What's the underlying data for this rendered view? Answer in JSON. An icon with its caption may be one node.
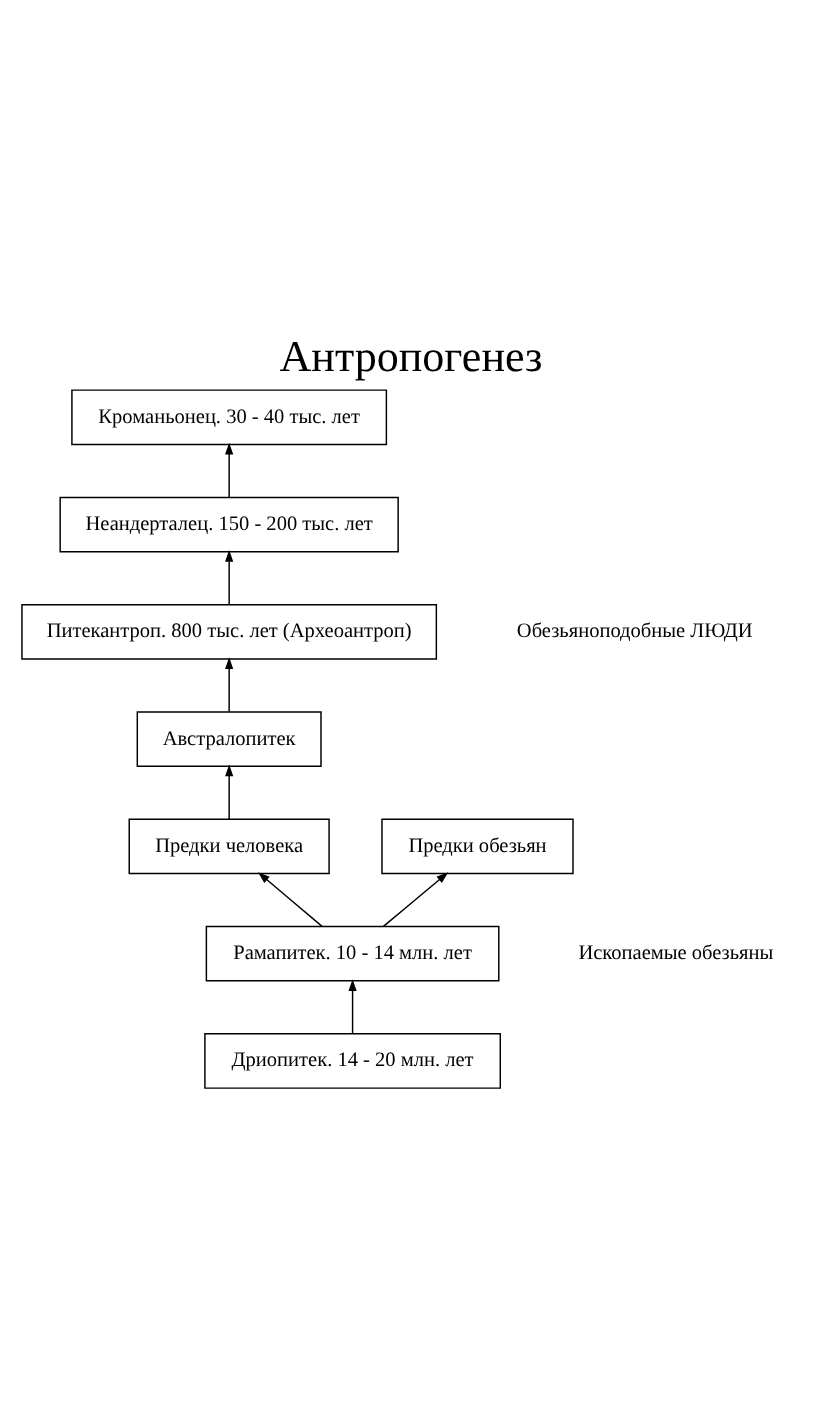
{
  "diagram": {
    "title": "Антропогенез",
    "nodes": [
      {
        "text": [
          "Кроманьонец. 30 - 40 тыс. лет"
        ]
      },
      {
        "text": [
          "Неандерталец. 150 - 200 тыс. лет"
        ]
      },
      {
        "text": [
          "Питекантроп. 800 тыс. лет (Археоантроп)"
        ]
      },
      {
        "text": [
          "Австралопитек"
        ]
      },
      {
        "text": [
          "Предки человека"
        ]
      },
      {
        "text": [
          "Предки обезьян"
        ]
      },
      {
        "text": [
          "Рамапитек. 10 - 14 млн. лет"
        ]
      },
      {
        "text": [
          "Дриопитек. 14 - 20 млн. лет"
        ]
      }
    ],
    "edges": [
      {
        "from": 7,
        "to": 6,
        "arrow": "to"
      },
      {
        "from": 6,
        "to": 4,
        "arrow": "to"
      },
      {
        "from": 6,
        "to": 5,
        "arrow": "to"
      },
      {
        "from": 4,
        "to": 3,
        "arrow": "to"
      },
      {
        "from": 3,
        "to": 2,
        "arrow": "to"
      },
      {
        "from": 2,
        "to": 1,
        "arrow": "to"
      },
      {
        "from": 1,
        "to": 0,
        "arrow": "to"
      }
    ],
    "labels": [
      "Обезьяноподобные ЛЮДИ",
      "Ископаемые обезьяны"
    ]
  }
}
